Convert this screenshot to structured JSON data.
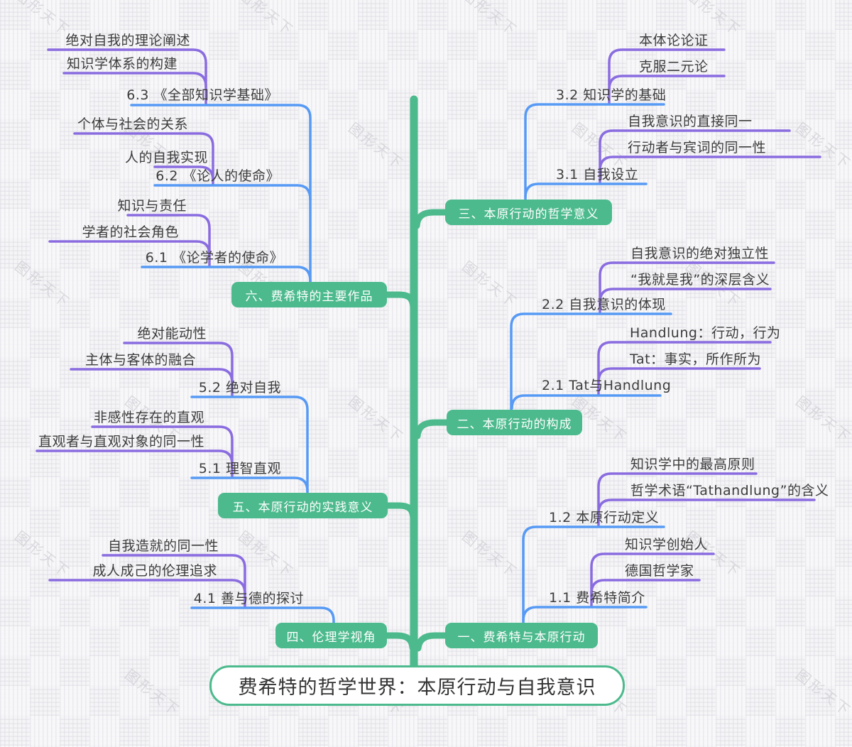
{
  "root": {
    "title": "费希特的哲学世界：本原行动与自我意识"
  },
  "watermark": "图形天下",
  "colors": {
    "branch_green": "#4cba8d",
    "topic_blue": "#579af5",
    "leaf_purple": "#8a6ce0",
    "text_dark": "#3c3c3c",
    "background": "#f5f5f7"
  },
  "branches": [
    {
      "label": "一、费希特与本原行动",
      "topics": [
        {
          "label": "1.1 费希特简介",
          "leaves": [
            "知识学创始人",
            "德国哲学家"
          ]
        },
        {
          "label": "1.2 本原行动定义",
          "leaves": [
            "知识学中的最高原则",
            "哲学术语“Tathandlung”的含义"
          ]
        }
      ]
    },
    {
      "label": "二、本原行动的构成",
      "topics": [
        {
          "label": "2.1 Tat与Handlung",
          "leaves": [
            "Handlung：行动，行为",
            "Tat：事实，所作所为"
          ]
        },
        {
          "label": "2.2 自我意识的体现",
          "leaves": [
            "自我意识的绝对独立性",
            "“我就是我”的深层含义"
          ]
        }
      ]
    },
    {
      "label": "三、本原行动的哲学意义",
      "topics": [
        {
          "label": "3.1 自我设立",
          "leaves": [
            "自我意识的直接同一",
            "行动者与宾词的同一性"
          ]
        },
        {
          "label": "3.2 知识学的基础",
          "leaves": [
            "本体论论证",
            "克服二元论"
          ]
        }
      ]
    },
    {
      "label": "四、伦理学视角",
      "topics": [
        {
          "label": "4.1 善与德的探讨",
          "leaves": [
            "自我造就的同一性",
            "成人成己的伦理追求"
          ]
        }
      ]
    },
    {
      "label": "五、本原行动的实践意义",
      "topics": [
        {
          "label": "5.1 理智直观",
          "leaves": [
            "非感性存在的直观",
            "直观者与直观对象的同一性"
          ]
        },
        {
          "label": "5.2 绝对自我",
          "leaves": [
            "绝对能动性",
            "主体与客体的融合"
          ]
        }
      ]
    },
    {
      "label": "六、费希特的主要作品",
      "topics": [
        {
          "label": "6.1 《论学者的使命》",
          "leaves": [
            "知识与责任",
            "学者的社会角色"
          ]
        },
        {
          "label": "6.2 《论人的使命》",
          "leaves": [
            "个体与社会的关系",
            "人的自我实现"
          ]
        },
        {
          "label": "6.3 《全部知识学基础》",
          "leaves": [
            "绝对自我的理论阐述",
            "知识学体系的构建"
          ]
        }
      ]
    }
  ]
}
